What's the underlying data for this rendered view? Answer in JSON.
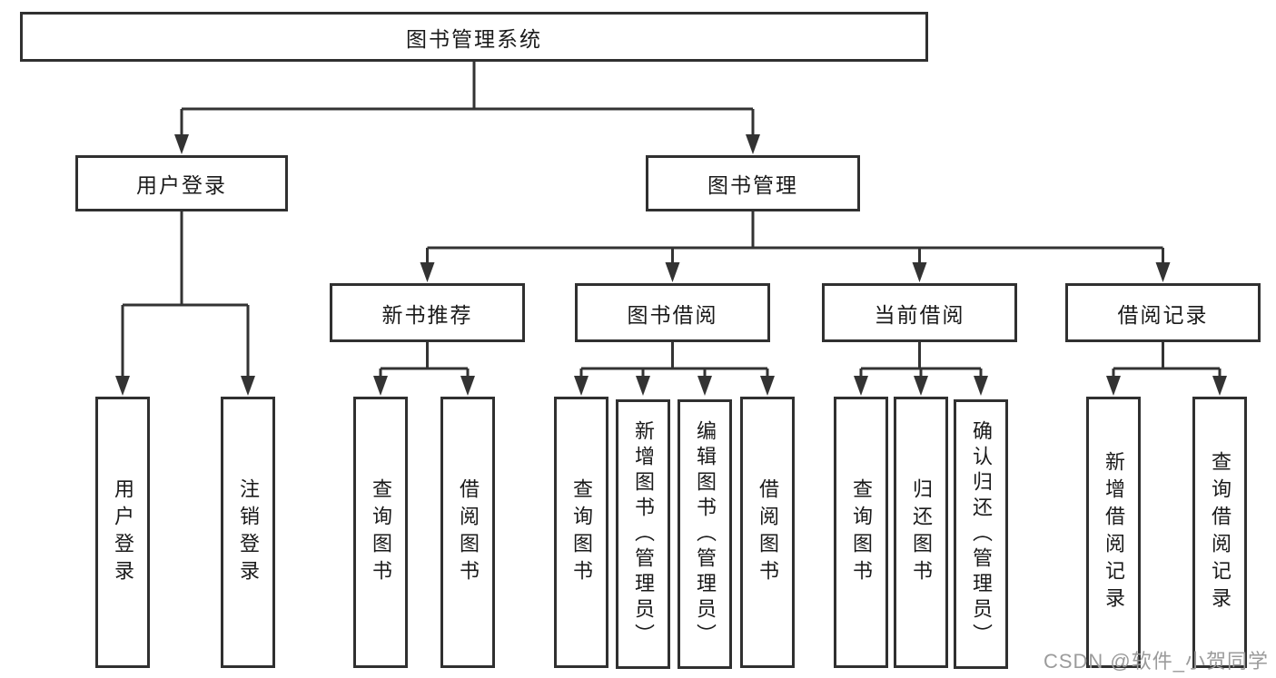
{
  "diagram": {
    "type": "hierarchy-tree",
    "colors": {
      "line": "#333333",
      "box_border": "#303030",
      "text": "#1a1a1a",
      "watermark": "#9b9b9b",
      "background": "#ffffff"
    },
    "tree": {
      "root": {
        "label": "图书管理系统",
        "children": [
          {
            "label": "用户登录",
            "children": [
              {
                "label": "用户登录"
              },
              {
                "label": "注销登录"
              }
            ]
          },
          {
            "label": "图书管理",
            "children": [
              {
                "label": "新书推荐",
                "children": [
                  {
                    "label": "查询图书"
                  },
                  {
                    "label": "借阅图书"
                  }
                ]
              },
              {
                "label": "图书借阅",
                "children": [
                  {
                    "label": "查询图书"
                  },
                  {
                    "label": "新增图书（管理员）"
                  },
                  {
                    "label": "编辑图书（管理员）"
                  },
                  {
                    "label": "借阅图书"
                  }
                ]
              },
              {
                "label": "当前借阅",
                "children": [
                  {
                    "label": "查询图书"
                  },
                  {
                    "label": "归还图书"
                  },
                  {
                    "label": "确认归还（管理员）"
                  }
                ]
              },
              {
                "label": "借阅记录",
                "children": [
                  {
                    "label": "新增借阅记录"
                  },
                  {
                    "label": "查询借阅记录"
                  }
                ]
              }
            ]
          }
        ]
      }
    },
    "watermark": "CSDN @软件_小贺同学"
  }
}
